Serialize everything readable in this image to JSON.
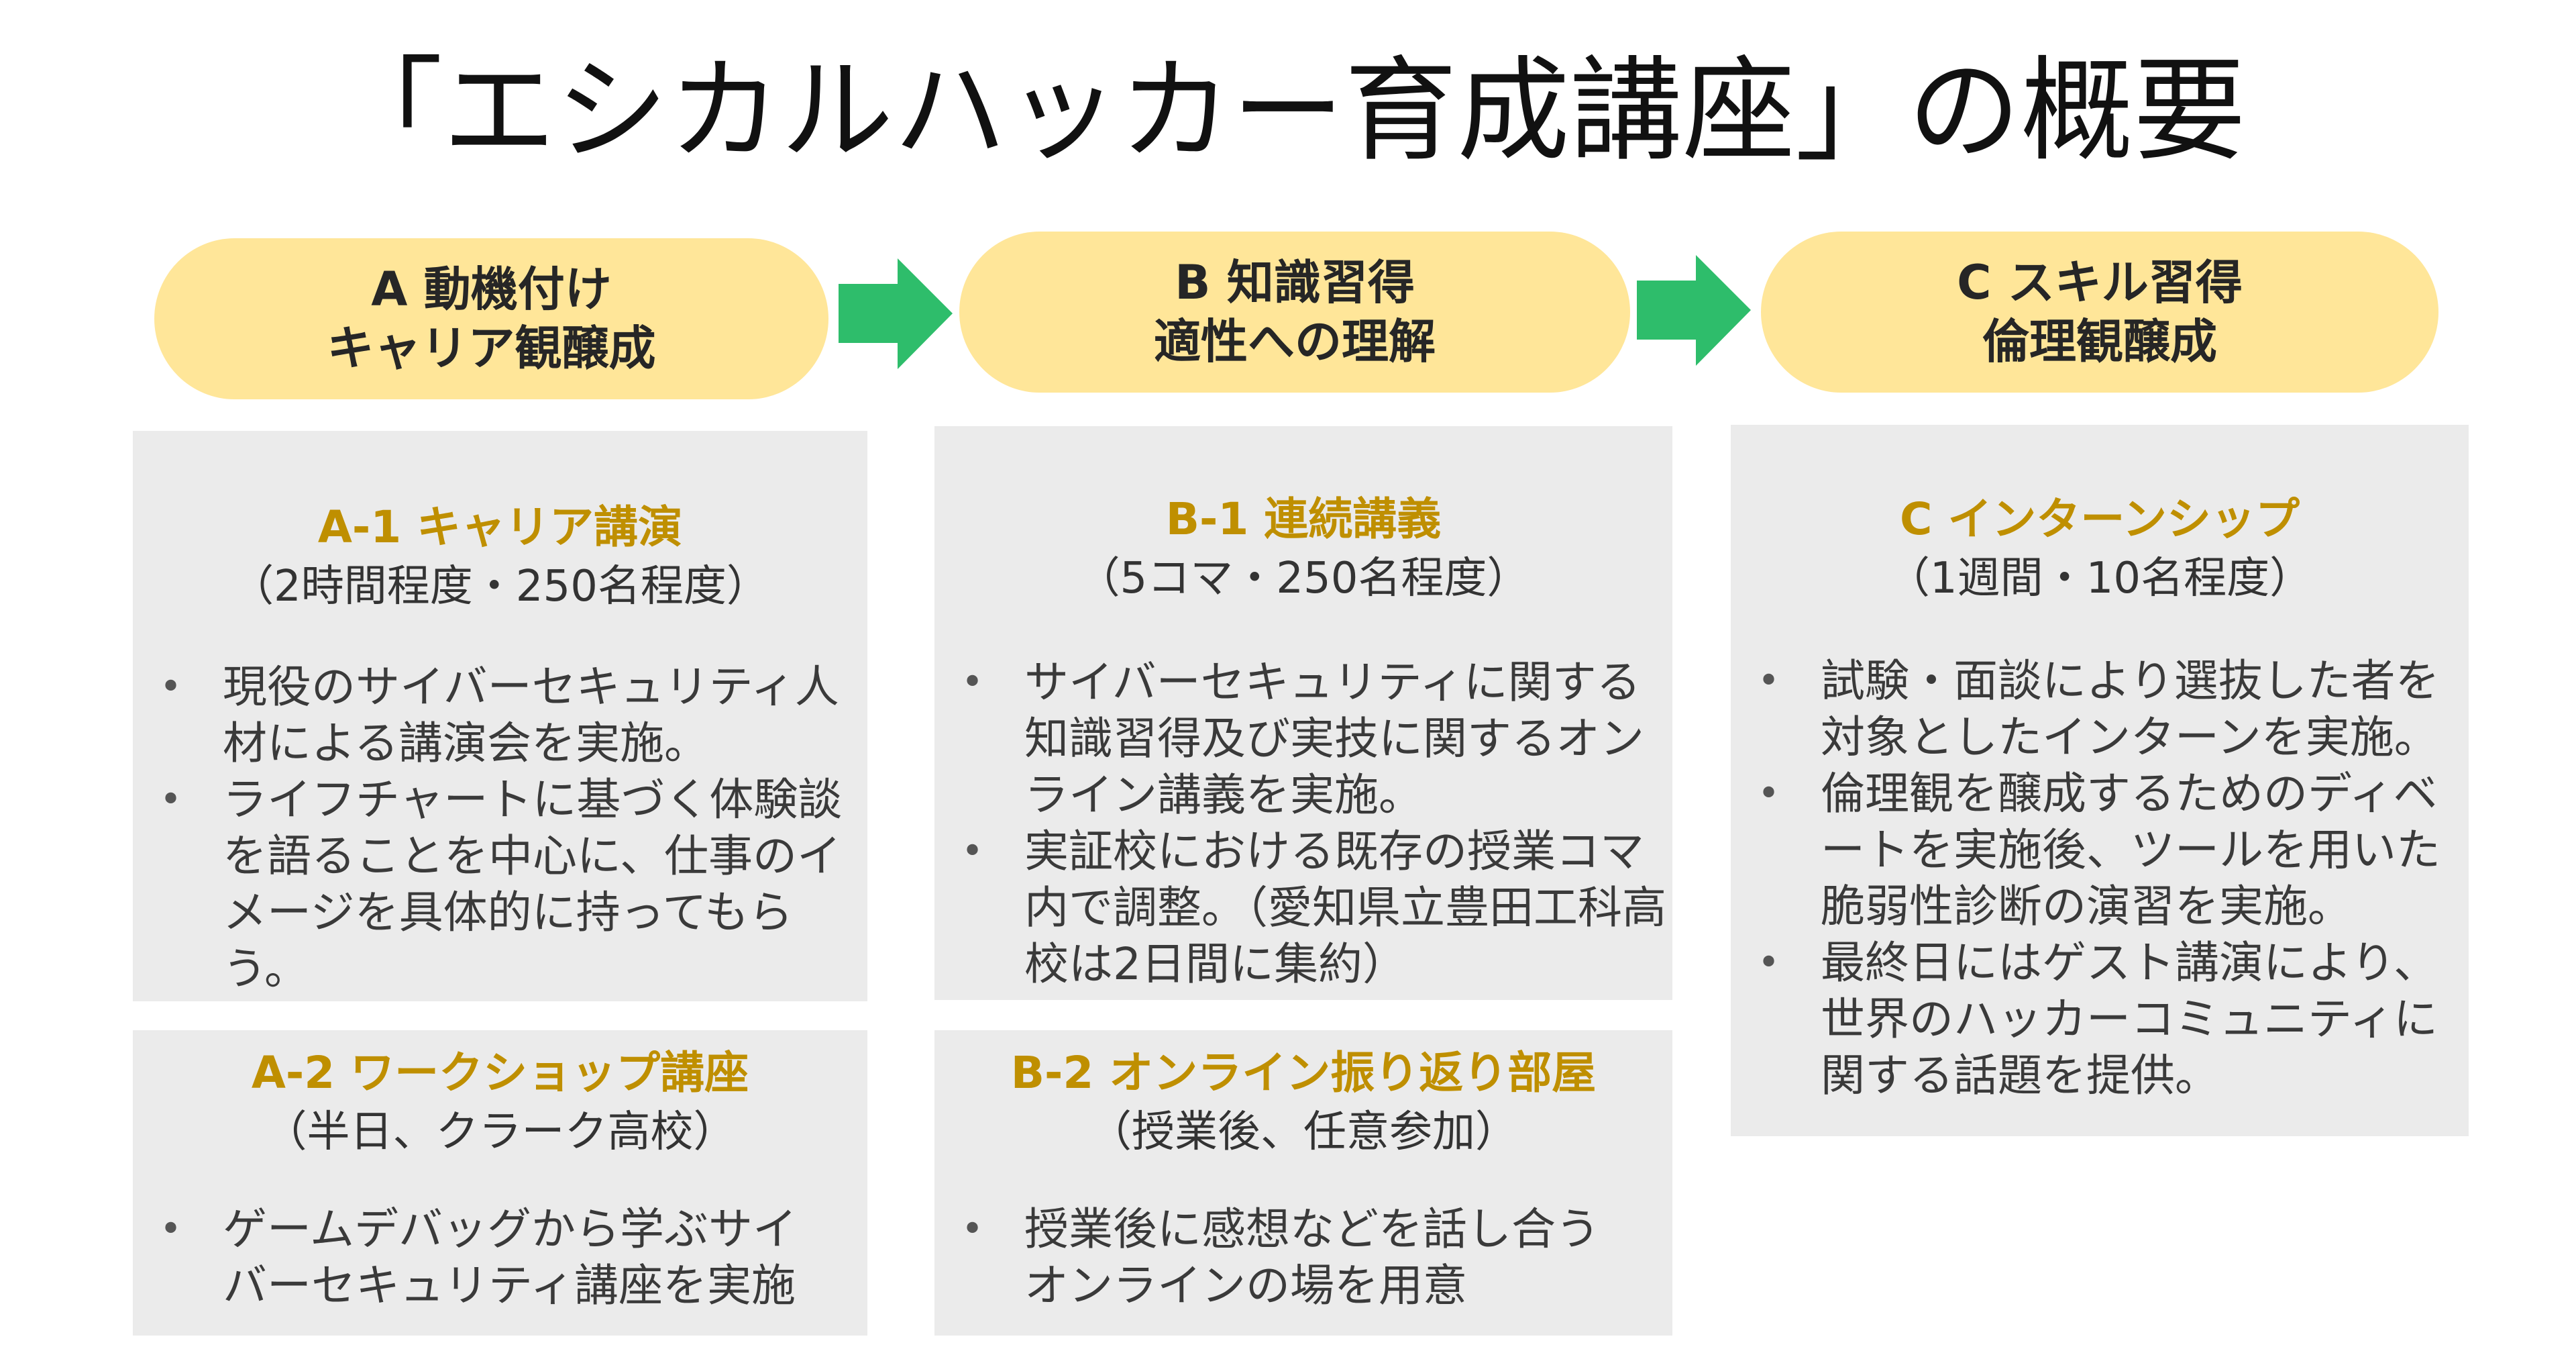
{
  "title": "「エシカルハッカー育成講座」の概要",
  "colors": {
    "phase_fill": "#ffe699",
    "arrow_fill": "#2ebd6b",
    "panel_fill": "#ebebeb",
    "heading_gold": "#bf8f00"
  },
  "phases": [
    {
      "line1": "A 動機付け",
      "line2": "キャリア観醸成"
    },
    {
      "line1": "B 知識習得",
      "line2": "適性への理解"
    },
    {
      "line1": "C スキル習得",
      "line2": "倫理観醸成"
    }
  ],
  "panels": {
    "a1": {
      "title": "A-1 キャリア講演",
      "subtitle": "（2時間程度・250名程度）",
      "bullets": [
        "現役のサイバーセキュリティ人材による講演会を実施。",
        "ライフチャートに基づく体験談を語ることを中心に、仕事のイメージを具体的に持ってもらう。"
      ]
    },
    "a2": {
      "title": "A-2 ワークショップ講座",
      "subtitle": "（半日、クラーク高校）",
      "bullets": [
        "ゲームデバッグから学ぶサイバーセキュリティ講座を実施"
      ]
    },
    "b1": {
      "title": "B-1 連続講義",
      "subtitle": "（5コマ・250名程度）",
      "bullets": [
        "サイバーセキュリティに関する知識習得及び実技に関するオンライン講義を実施。",
        "実証校における既存の授業コマ内で調整。（愛知県立豊田工科高校は2日間に集約）"
      ]
    },
    "b2": {
      "title": "B-2 オンライン振り返り部屋",
      "subtitle": "（授業後、任意参加）",
      "bullets": [
        "授業後に感想などを話し合うオンラインの場を用意"
      ]
    },
    "c": {
      "title": "C インターンシップ",
      "subtitle": "（1週間・10名程度）",
      "bullets": [
        "試験・面談により選抜した者を対象としたインターンを実施。",
        "倫理観を醸成するためのディベートを実施後、ツールを用いた脆弱性診断の演習を実施。",
        "最終日にはゲスト講演により、世界のハッカーコミュニティに関する話題を提供。"
      ]
    }
  }
}
